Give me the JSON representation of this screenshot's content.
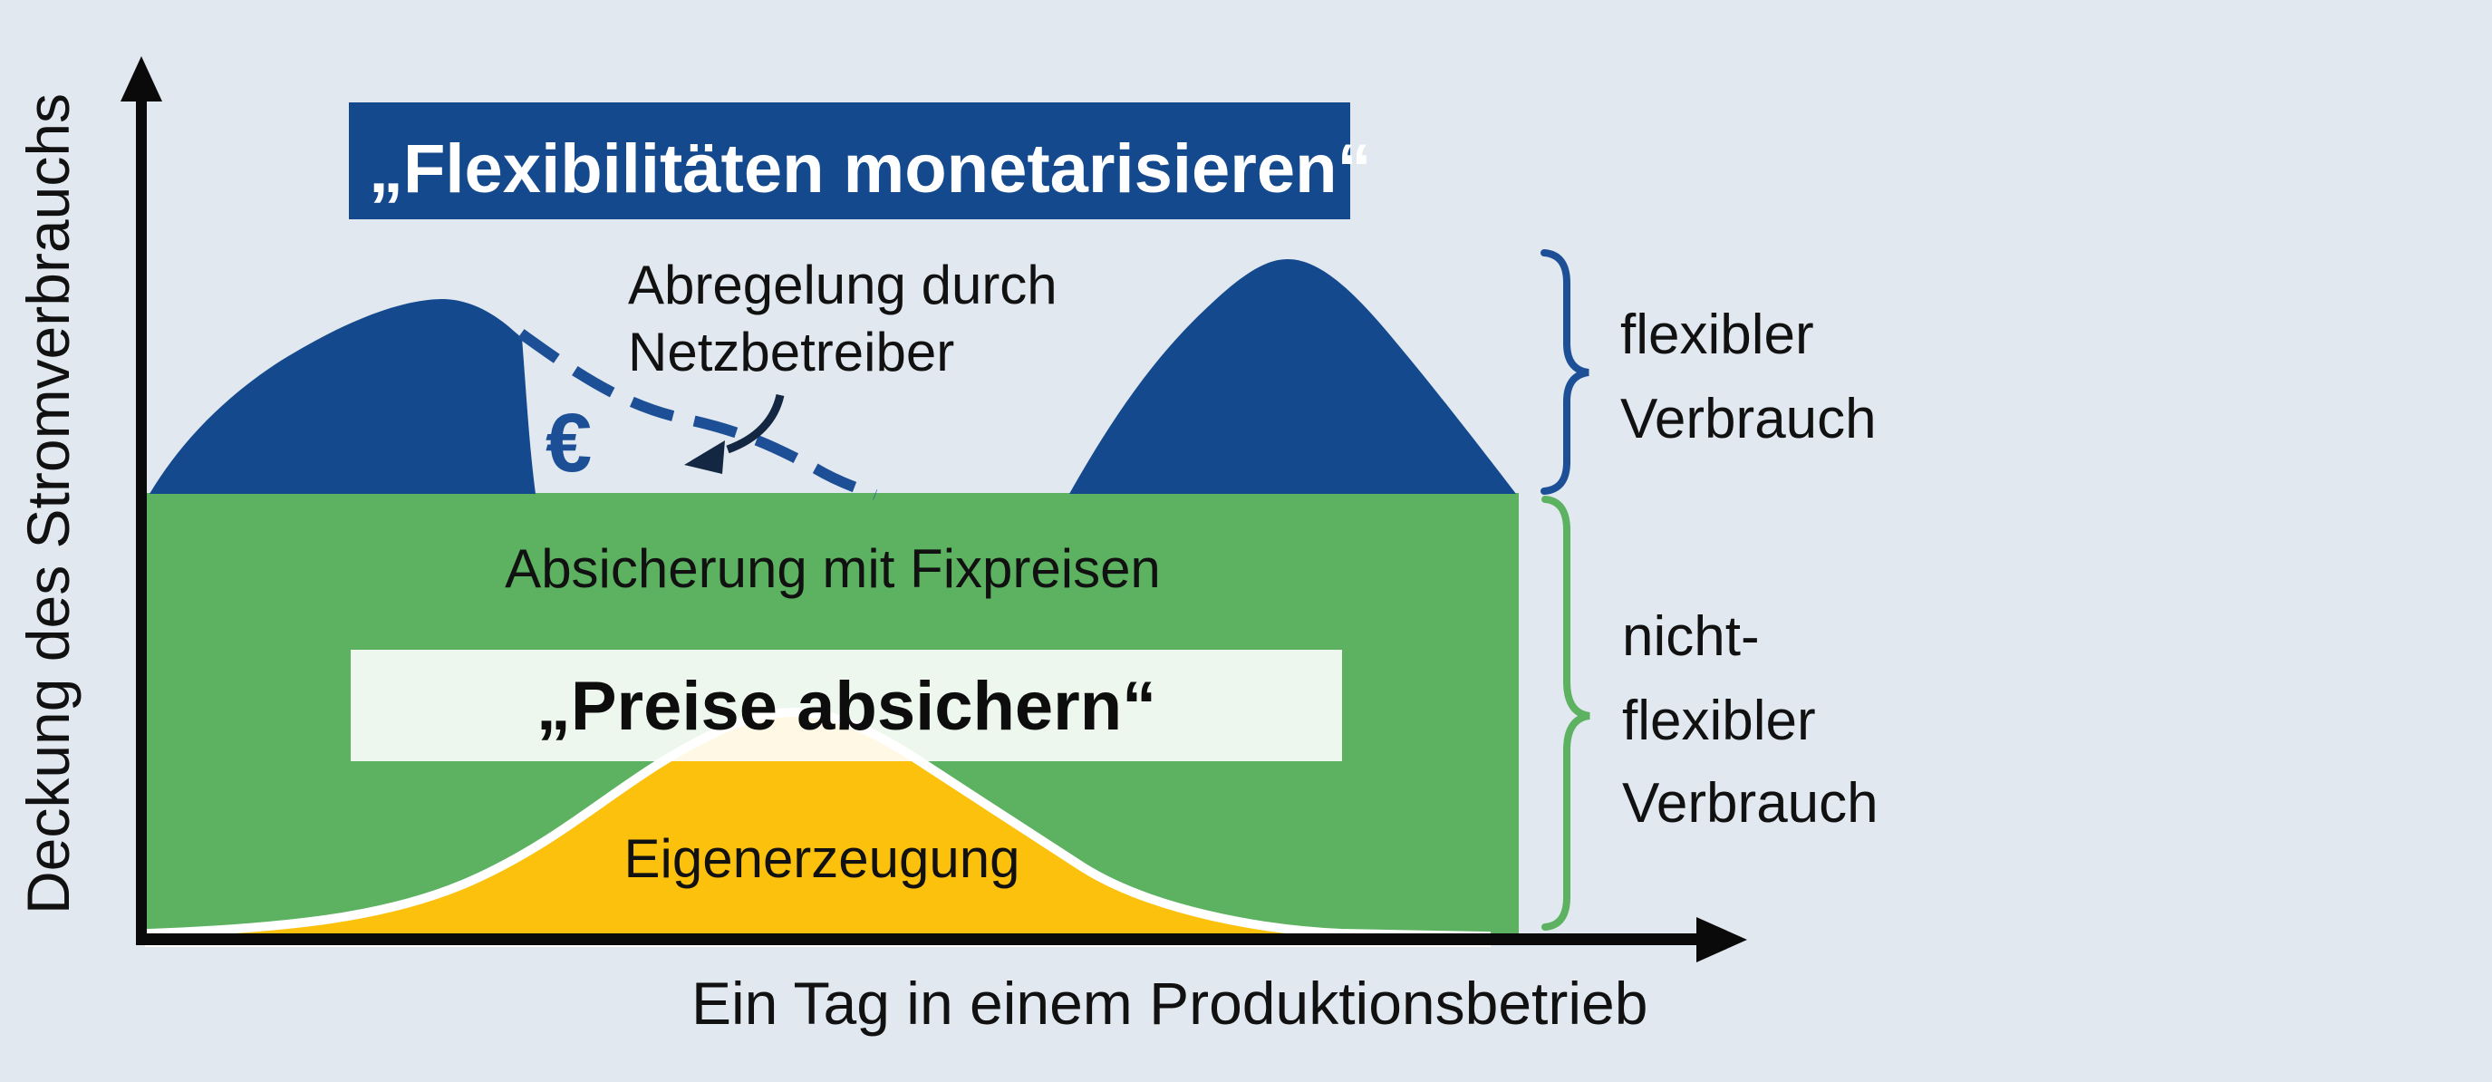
{
  "axes": {
    "y_label": "Deckung des Stromverbrauchs",
    "x_label": "Ein Tag in einem Produktionsbetrieb"
  },
  "title_banner": {
    "label": "„Flexibilitäten monetarisieren“"
  },
  "price_banner": {
    "label": "„Preise absichern“"
  },
  "annotations": {
    "curtailment_line1": "Abregelung durch",
    "curtailment_line2": "Netzbetreiber",
    "euro_symbol": "€",
    "fixed_price_label": "Absicherung mit Fixpreisen",
    "self_generation_label": "Eigenerzeugung"
  },
  "braces": {
    "flexible": {
      "line1": "flexibler",
      "line2": "Verbrauch"
    },
    "non_flexible": {
      "line1": "nicht-",
      "line2": "flexibler",
      "line3": "Verbrauch"
    }
  },
  "colors": {
    "background": "#e1e8ef",
    "dark_blue": "#14498e",
    "mid_blue": "#1d4f97",
    "navy_arrow": "#132742",
    "green": "#5cb260",
    "yellow": "#fcc10c",
    "axis_black": "#0a0a0a",
    "white_banner": "rgba(255,255,255,0.89)"
  }
}
